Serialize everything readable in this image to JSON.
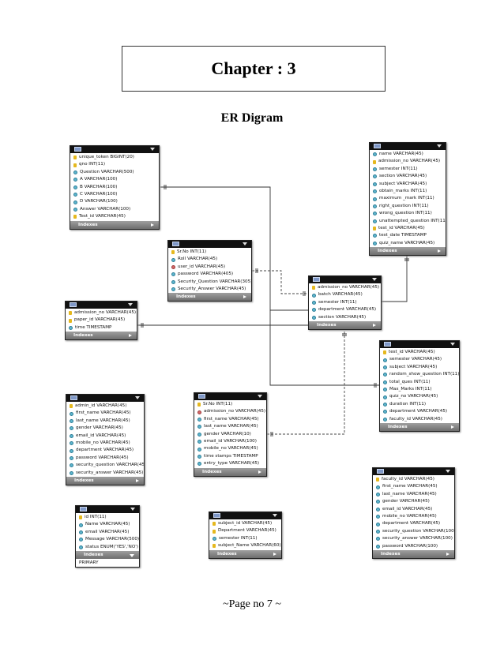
{
  "header": {
    "chapter": "Chapter : 3",
    "section": "ER Digram"
  },
  "footer": {
    "page": "~Page no 7 ~"
  },
  "indexes_label": "Indexes",
  "tables": [
    {
      "id": "t_question",
      "cols": [
        {
          "k": "pk",
          "t": "unique_token BIGINT(20)"
        },
        {
          "k": "pk",
          "t": "qno INT(11)"
        },
        {
          "k": "col",
          "t": "Question VARCHAR(500)"
        },
        {
          "k": "col",
          "t": "A VARCHAR(100)"
        },
        {
          "k": "col",
          "t": "B VARCHAR(100)"
        },
        {
          "k": "col",
          "t": "C VARCHAR(100)"
        },
        {
          "k": "col",
          "t": "D VARCHAR(100)"
        },
        {
          "k": "col",
          "t": "Answer VARCHAR(100)"
        },
        {
          "k": "pk",
          "t": "Test_id VARCHAR(45)"
        }
      ]
    },
    {
      "id": "t_result",
      "cols": [
        {
          "k": "col",
          "t": "name VARCHAR(45)"
        },
        {
          "k": "pk",
          "t": "admission_no VARCHAR(45)"
        },
        {
          "k": "col",
          "t": "semester INT(11)"
        },
        {
          "k": "col",
          "t": "section VARCHAR(45)"
        },
        {
          "k": "col",
          "t": "subject VARCHAR(45)"
        },
        {
          "k": "col",
          "t": "obtain_marks INT(11)"
        },
        {
          "k": "col",
          "t": "maximum _mark INT(11)"
        },
        {
          "k": "col",
          "t": "right_question INT(11)"
        },
        {
          "k": "col",
          "t": "wrong_question INT(11)"
        },
        {
          "k": "col",
          "t": "unattempted_question INT(11)"
        },
        {
          "k": "pk",
          "t": "test_id VARCHAR(45)"
        },
        {
          "k": "col",
          "t": "test_date TIMESTAMP"
        },
        {
          "k": "col",
          "t": "quiz_name VARCHAR(45)"
        }
      ]
    },
    {
      "id": "t_login",
      "cols": [
        {
          "k": "pk",
          "t": "Sr.No INT(11)"
        },
        {
          "k": "col",
          "t": "Roll VARCHAR(45)"
        },
        {
          "k": "fk",
          "t": "user_id VARCHAR(45)"
        },
        {
          "k": "col",
          "t": "password VARCHAR(405)"
        },
        {
          "k": "col",
          "t": "Security_Question VARCHAR(305)"
        },
        {
          "k": "col",
          "t": "Security_Answer VARCHAR(45)"
        }
      ]
    },
    {
      "id": "t_student",
      "cols": [
        {
          "k": "pk",
          "t": "admission_no VARCHAR(45)"
        },
        {
          "k": "col",
          "t": "batch VARCHAR(45)"
        },
        {
          "k": "col",
          "t": "semester INT(11)"
        },
        {
          "k": "col",
          "t": "department VARCHAR(45)"
        },
        {
          "k": "col",
          "t": "section VARCHAR(45)"
        }
      ]
    },
    {
      "id": "t_paper",
      "cols": [
        {
          "k": "pk",
          "t": "admission_no VARCHAR(45)"
        },
        {
          "k": "pk",
          "t": "paper_id VARCHAR(45)"
        },
        {
          "k": "col",
          "t": "time TIMESTAMP"
        }
      ]
    },
    {
      "id": "t_test",
      "cols": [
        {
          "k": "pk",
          "t": "test_id VARCHAR(45)"
        },
        {
          "k": "col",
          "t": "semester VARCHAR(45)"
        },
        {
          "k": "col",
          "t": "subject VARCHAR(45)"
        },
        {
          "k": "col",
          "t": "random_show_question INT(11)"
        },
        {
          "k": "col",
          "t": "total_ques INT(11)"
        },
        {
          "k": "col",
          "t": "Max_Marks INT(11)"
        },
        {
          "k": "col",
          "t": "quiz_no VARCHAR(45)"
        },
        {
          "k": "col",
          "t": "duration INT(11)"
        },
        {
          "k": "col",
          "t": "department VARCHAR(45)"
        },
        {
          "k": "col",
          "t": "faculty_id VARCHAR(45)"
        }
      ]
    },
    {
      "id": "t_admin",
      "cols": [
        {
          "k": "pk",
          "t": "admin_id VARCHAR(45)"
        },
        {
          "k": "col",
          "t": "first_name VARCHAR(45)"
        },
        {
          "k": "col",
          "t": "last_name VARCHAR(45)"
        },
        {
          "k": "col",
          "t": "gender VARCHAR(45)"
        },
        {
          "k": "col",
          "t": "email_id VARCHAR(45)"
        },
        {
          "k": "col",
          "t": "mobile_no VARCHAR(45)"
        },
        {
          "k": "col",
          "t": "department VARCHAR(45)"
        },
        {
          "k": "col",
          "t": "password VARCHAR(45)"
        },
        {
          "k": "col",
          "t": "security_question VARCHAR(45)"
        },
        {
          "k": "col",
          "t": "security_answer VARCHAR(45)"
        }
      ]
    },
    {
      "id": "t_studentinfo",
      "cols": [
        {
          "k": "pk",
          "t": "Sr.No INT(11)"
        },
        {
          "k": "fk",
          "t": "admission_no VARCHAR(45)"
        },
        {
          "k": "col",
          "t": "first_name VARCHAR(45)"
        },
        {
          "k": "col",
          "t": "last_name VARCHAR(45)"
        },
        {
          "k": "col",
          "t": "gender VARCHAR(10)"
        },
        {
          "k": "col",
          "t": "email_id VARCHAR(100)"
        },
        {
          "k": "col",
          "t": "mobile_no VARCHAR(45)"
        },
        {
          "k": "col",
          "t": "time stamps TIMESTAMP"
        },
        {
          "k": "col",
          "t": "entry_type VARCHAR(45)"
        }
      ]
    },
    {
      "id": "t_faculty",
      "cols": [
        {
          "k": "pk",
          "t": "faculty_id VARCHAR(45)"
        },
        {
          "k": "col",
          "t": "first_name VARCHAR(45)"
        },
        {
          "k": "col",
          "t": "last_name VARCHAR(45)"
        },
        {
          "k": "col",
          "t": "gender VARCHAR(45)"
        },
        {
          "k": "col",
          "t": "email_id VARCHAR(45)"
        },
        {
          "k": "col",
          "t": "mobile_no VARCHAR(45)"
        },
        {
          "k": "col",
          "t": "department VARCHAR(45)"
        },
        {
          "k": "col",
          "t": "security_question VARCHAR(100)"
        },
        {
          "k": "col",
          "t": "security_answer VARCHAR(100)"
        },
        {
          "k": "col",
          "t": "password VARCHAR(100)"
        }
      ]
    },
    {
      "id": "t_feedback",
      "extra": "PRIMARY",
      "cols": [
        {
          "k": "pk",
          "t": "id INT(11)"
        },
        {
          "k": "col",
          "t": "Name VARCHAR(45)"
        },
        {
          "k": "col",
          "t": "email VARCHAR(45)"
        },
        {
          "k": "col",
          "t": "Message VARCHAR(500)"
        },
        {
          "k": "col",
          "t": "status ENUM('YES','NO')"
        }
      ]
    },
    {
      "id": "t_subject",
      "cols": [
        {
          "k": "pk",
          "t": "subject_id VARCHAR(45)"
        },
        {
          "k": "pk",
          "t": "Department VARCHAR(45)"
        },
        {
          "k": "col",
          "t": "semester INT(11)"
        },
        {
          "k": "pk",
          "t": "subject_Name VARCHAR(60)"
        }
      ]
    }
  ]
}
